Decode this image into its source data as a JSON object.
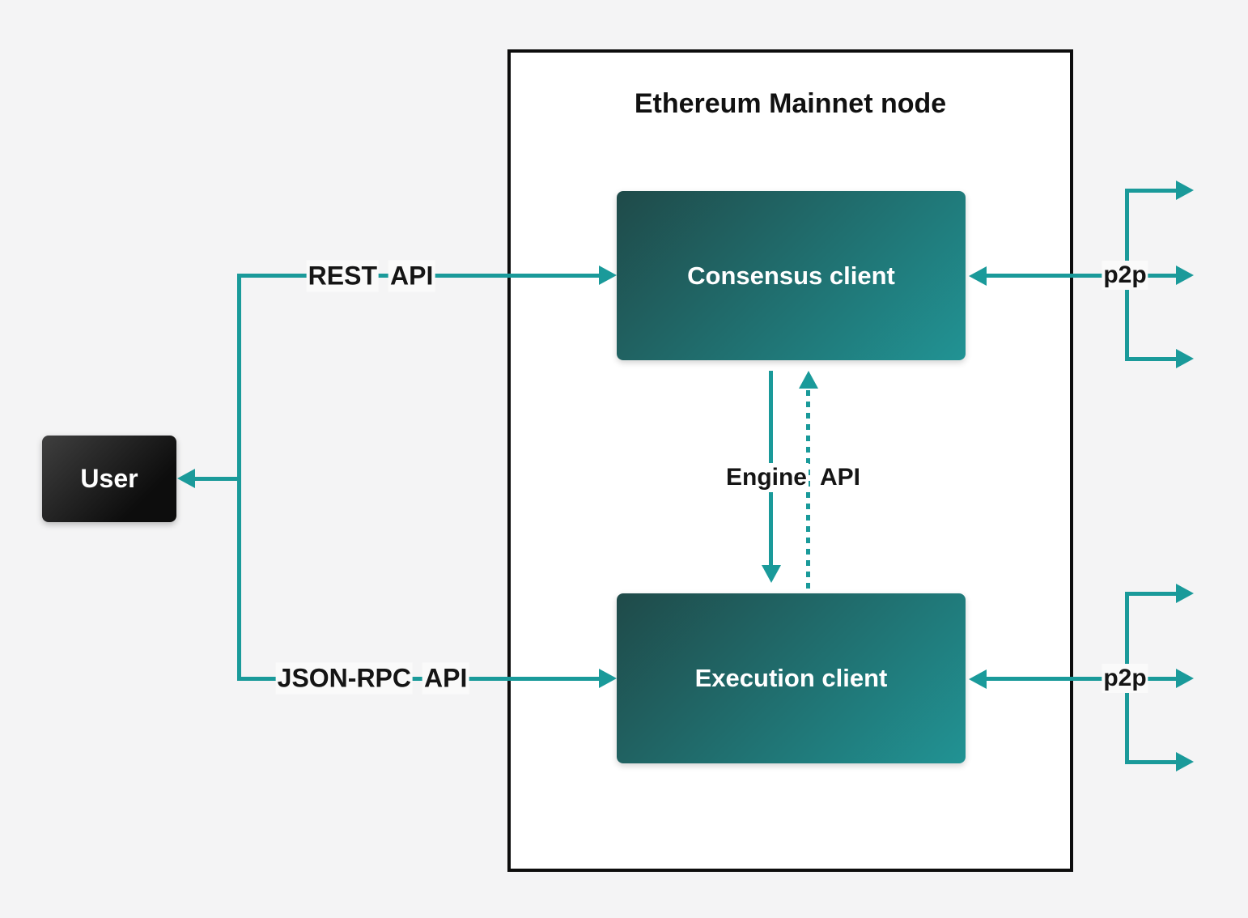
{
  "colors": {
    "background": "#f4f4f5",
    "accent": "#1a9a9a",
    "node_border": "#0d0d0d",
    "client_gradient_start": "#1f4a49",
    "client_gradient_end": "#219394",
    "user_gradient_start": "#3f3f3f",
    "user_gradient_end": "#0d0d0d"
  },
  "diagram": {
    "title": "Ethereum Mainnet node",
    "nodes": {
      "user": "User",
      "consensus_client": "Consensus client",
      "execution_client": "Execution client"
    },
    "edges": {
      "rest_api": "REST API",
      "json_rpc_api": "JSON-RPC API",
      "engine_api": "Engine API",
      "p2p_consensus": "p2p",
      "p2p_execution": "p2p"
    }
  }
}
